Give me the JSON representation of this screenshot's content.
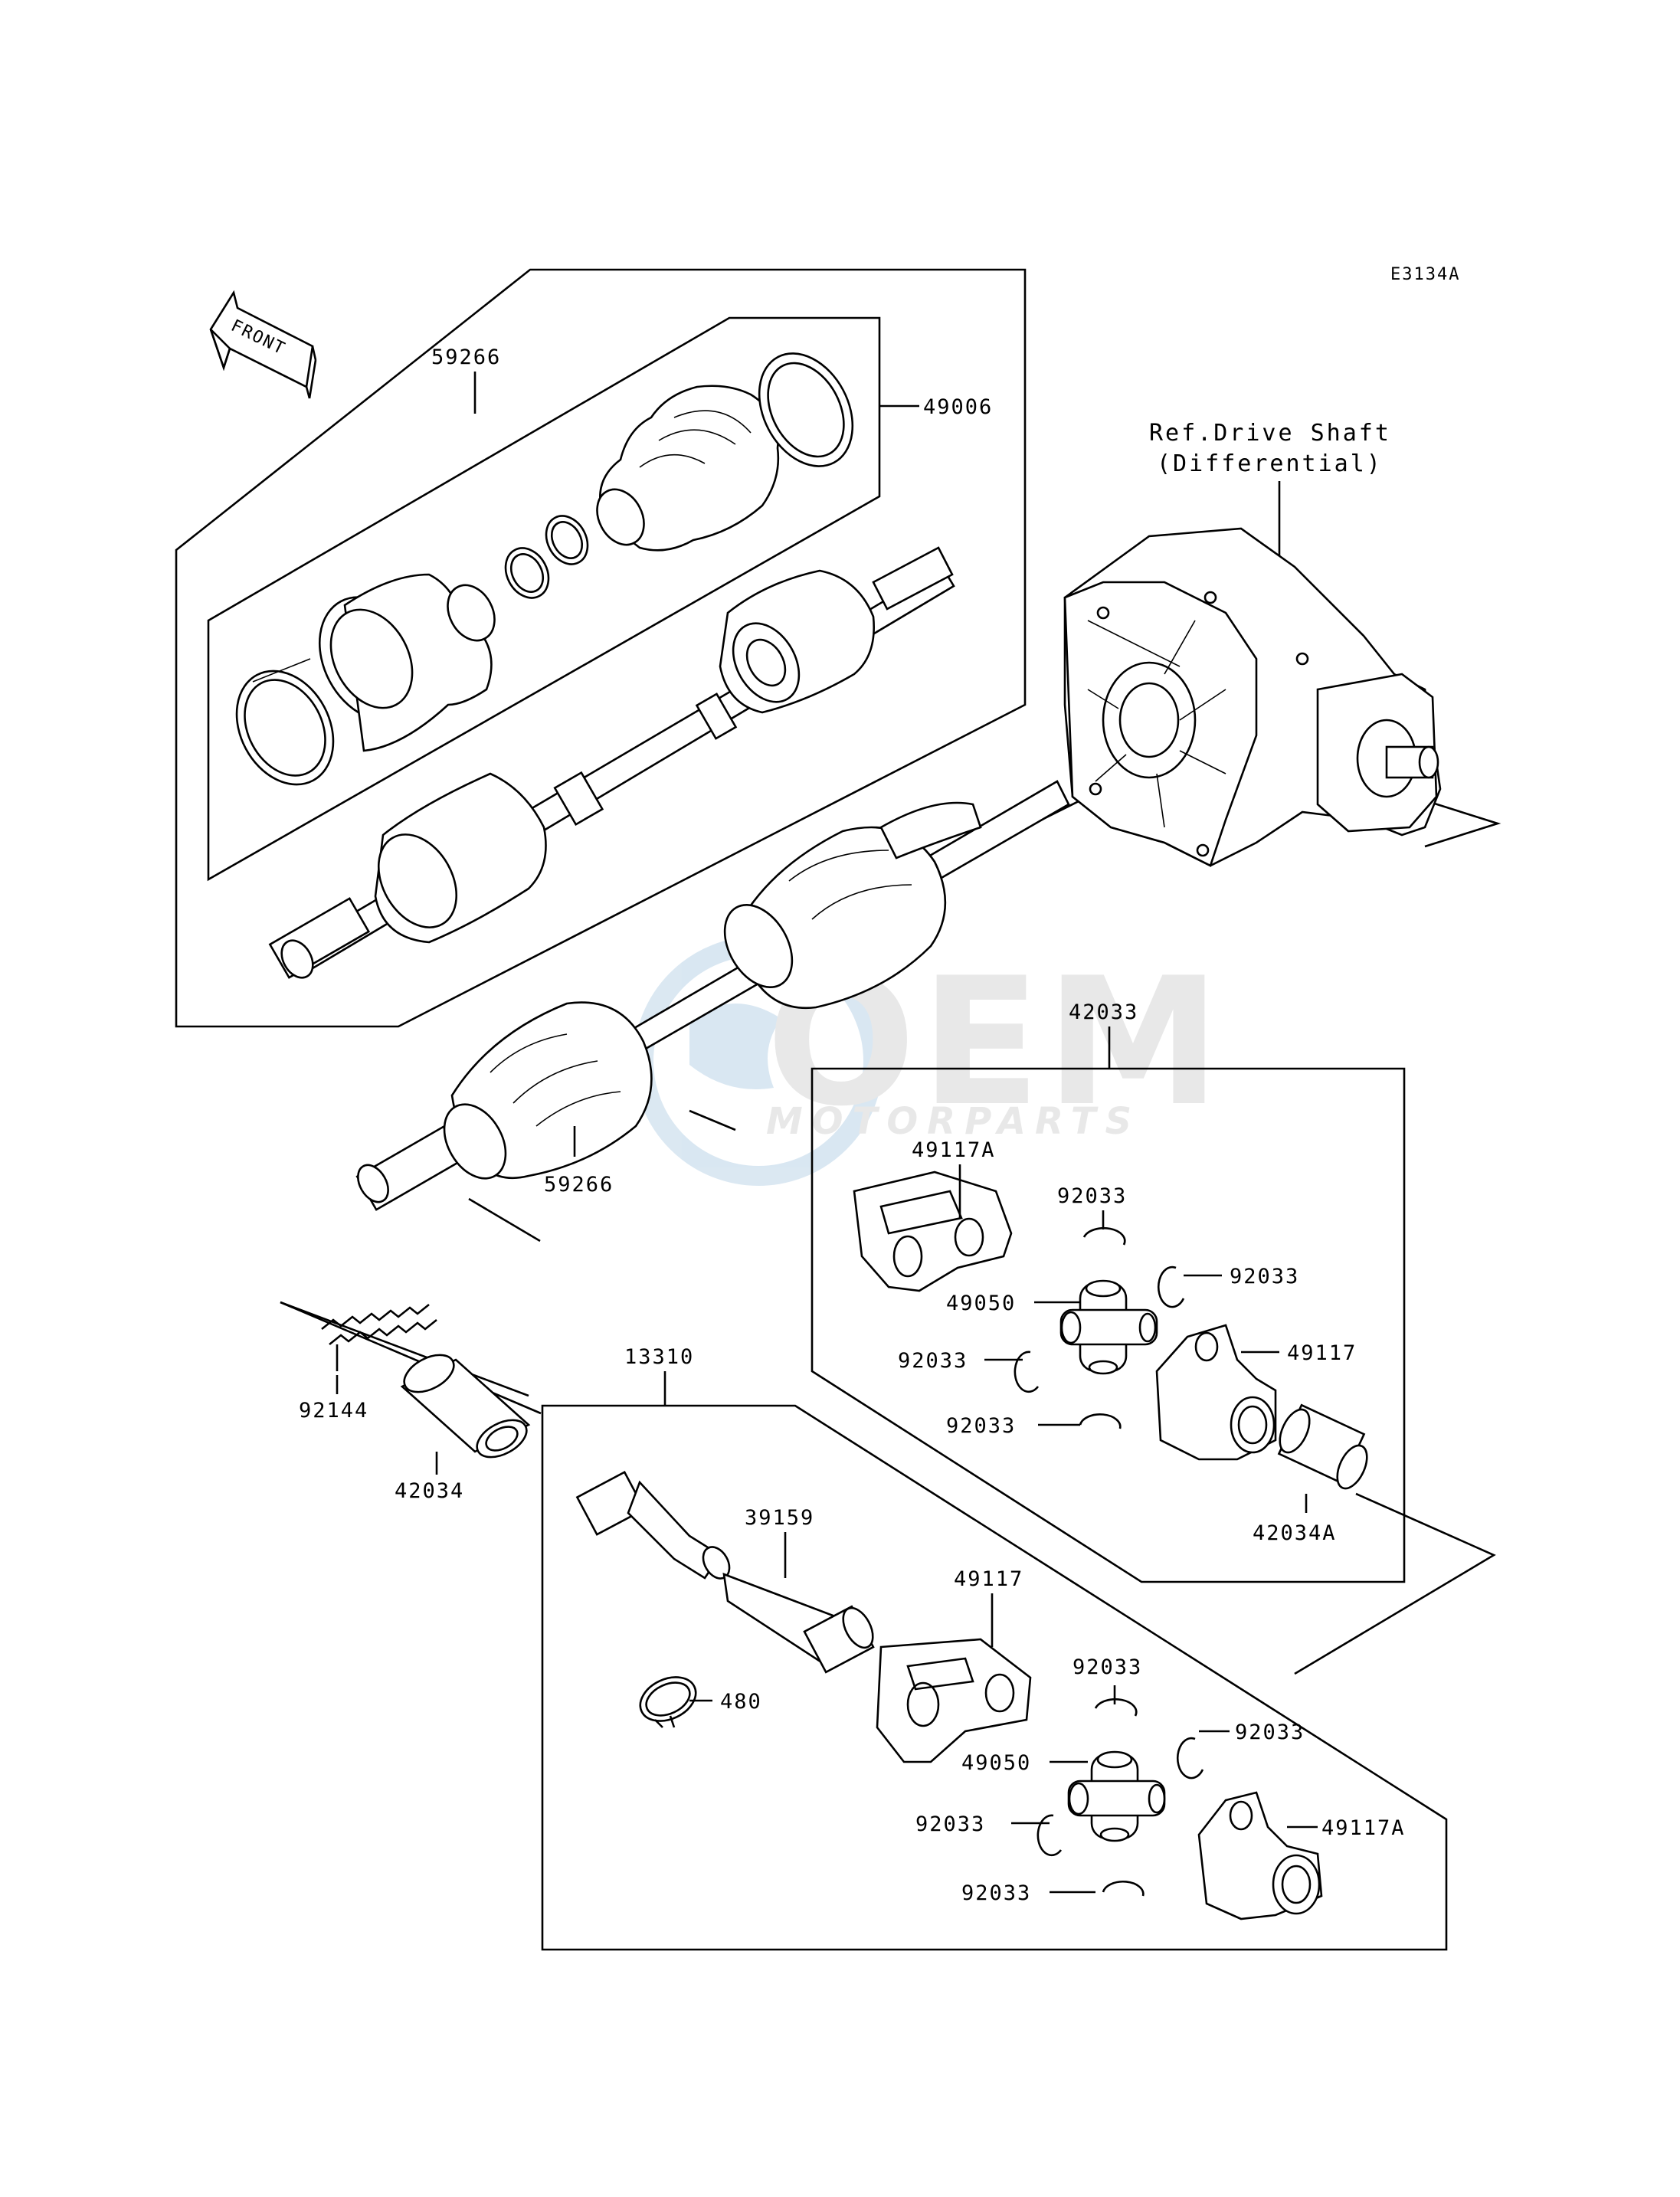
{
  "diagram_code": "E3134A",
  "front_label": "FRONT",
  "reference": {
    "line1": "Ref.Drive Shaft",
    "line2": "(Differential)"
  },
  "watermark": {
    "brand": "OEM",
    "sub": "MOTORPARTS"
  },
  "parts": [
    {
      "id": "p-59266-a",
      "number": "59266"
    },
    {
      "id": "p-49006",
      "number": "49006"
    },
    {
      "id": "p-59266-b",
      "number": "59266"
    },
    {
      "id": "p-42033",
      "number": "42033"
    },
    {
      "id": "p-49117A-a",
      "number": "49117A"
    },
    {
      "id": "p-92033-a",
      "number": "92033"
    },
    {
      "id": "p-92033-b",
      "number": "92033"
    },
    {
      "id": "p-49050-a",
      "number": "49050"
    },
    {
      "id": "p-92033-c",
      "number": "92033"
    },
    {
      "id": "p-49117-a",
      "number": "49117"
    },
    {
      "id": "p-92033-d",
      "number": "92033"
    },
    {
      "id": "p-42034A",
      "number": "42034A"
    },
    {
      "id": "p-92144",
      "number": "92144"
    },
    {
      "id": "p-42034",
      "number": "42034"
    },
    {
      "id": "p-13310",
      "number": "13310"
    },
    {
      "id": "p-39159",
      "number": "39159"
    },
    {
      "id": "p-49117-b",
      "number": "49117"
    },
    {
      "id": "p-480",
      "number": "480"
    },
    {
      "id": "p-92033-e",
      "number": "92033"
    },
    {
      "id": "p-92033-f",
      "number": "92033"
    },
    {
      "id": "p-49050-b",
      "number": "49050"
    },
    {
      "id": "p-92033-g",
      "number": "92033"
    },
    {
      "id": "p-49117A-b",
      "number": "49117A"
    },
    {
      "id": "p-92033-h",
      "number": "92033"
    }
  ]
}
